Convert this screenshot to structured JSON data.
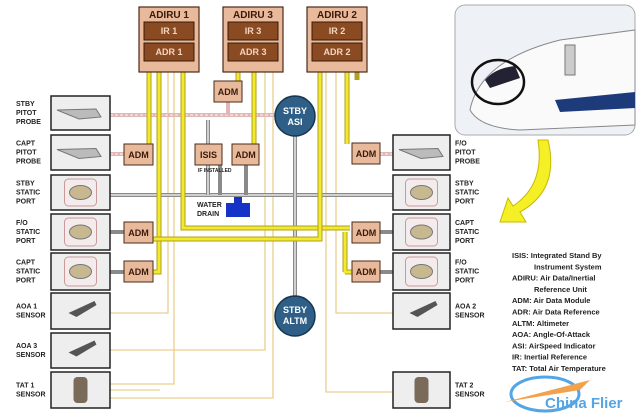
{
  "adirus": [
    {
      "title": "ADIRU 1",
      "ir": "IR 1",
      "adr": "ADR 1"
    },
    {
      "title": "ADIRU 3",
      "ir": "IR 3",
      "adr": "ADR 3"
    },
    {
      "title": "ADIRU 2",
      "ir": "IR 2",
      "adr": "ADR 2"
    }
  ],
  "adm_label": "ADM",
  "isis_label": "ISIS",
  "if_installed": "IF INSTALLED",
  "water_drain": [
    "WATER",
    "DRAIN"
  ],
  "stby_asi": [
    "STBY",
    "ASI"
  ],
  "stby_altm": [
    "STBY",
    "ALTM"
  ],
  "left_sensors": [
    [
      "STBY",
      "PITOT",
      "PROBE"
    ],
    [
      "CAPT",
      "PITOT",
      "PROBE"
    ],
    [
      "STBY",
      "STATIC",
      "PORT"
    ],
    [
      "F/O",
      "STATIC",
      "PORT"
    ],
    [
      "CAPT",
      "STATIC",
      "PORT"
    ],
    [
      "AOA 1",
      "SENSOR"
    ],
    [
      "AOA 3",
      "SENSOR"
    ],
    [
      "TAT 1",
      "SENSOR"
    ]
  ],
  "right_sensors": [
    [
      "F/O",
      "PITOT",
      "PROBE"
    ],
    [
      "STBY",
      "STATIC",
      "PORT"
    ],
    [
      "CAPT",
      "STATIC",
      "PORT"
    ],
    [
      "F/O",
      "STATIC",
      "PORT"
    ],
    [
      "AOA 2",
      "SENSOR"
    ],
    [
      "TAT 2",
      "SENSOR"
    ]
  ],
  "legend": [
    "ISIS: Integrated Stand By",
    "Instrument System",
    "ADIRU: Air Data/Inertial",
    "Reference Unit",
    "ADM: Air Data Module",
    "ADR: Air Data Reference",
    "ALTM: Altimeter",
    "AOA: Angle-Of-Attack",
    "ASI: AirSpeed Indicator",
    "IR: Inertial Reference",
    "TAT: Total Air Temperature"
  ],
  "watermark": "China Flier"
}
